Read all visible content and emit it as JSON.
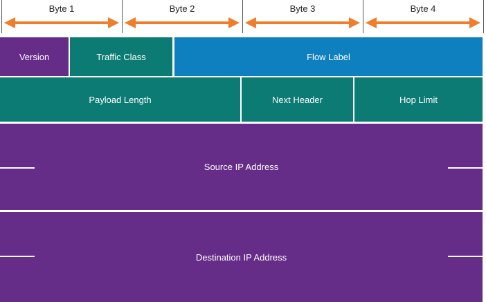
{
  "colors": {
    "purple": "#652c88",
    "teal": "#0b7b73",
    "blue": "#0e80bf",
    "arrow": "#f07d2a"
  },
  "bytes": [
    "Byte 1",
    "Byte 2",
    "Byte 3",
    "Byte 4"
  ],
  "fields": {
    "version": "Version",
    "traffic_class": "Traffic Class",
    "flow_label": "Flow Label",
    "payload_length": "Payload Length",
    "next_header": "Next Header",
    "hop_limit": "Hop Limit",
    "source_ip": "Source IP Address",
    "destination_ip": "Destination IP Address"
  }
}
